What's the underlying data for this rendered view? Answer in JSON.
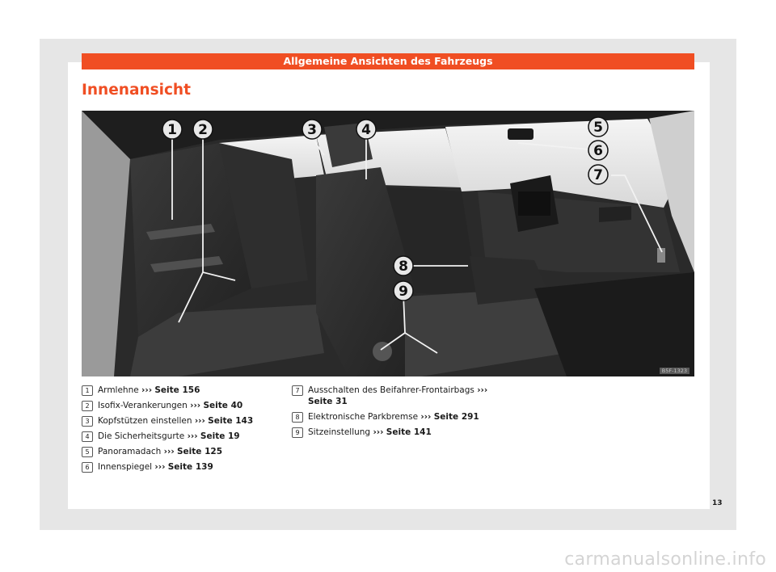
{
  "header": {
    "section_title": "Allgemeine Ansichten des Fahrzeugs"
  },
  "page_title": "Innenansicht",
  "figure": {
    "code": "B5F-1323",
    "callouts": [
      "1",
      "2",
      "3",
      "4",
      "5",
      "6",
      "7",
      "8",
      "9"
    ]
  },
  "legend": {
    "arrow": "›››",
    "left": [
      {
        "num": "1",
        "text": "Armlehne",
        "ref": "Seite 156"
      },
      {
        "num": "2",
        "text": "Isofix-Verankerungen",
        "ref": "Seite 40"
      },
      {
        "num": "3",
        "text": "Kopfstützen einstellen",
        "ref": "Seite 143"
      },
      {
        "num": "4",
        "text": "Die Sicherheitsgurte",
        "ref": "Seite 19"
      },
      {
        "num": "5",
        "text": "Panoramadach",
        "ref": "Seite 125"
      },
      {
        "num": "6",
        "text": "Innenspiegel",
        "ref": "Seite 139"
      }
    ],
    "right": [
      {
        "num": "7",
        "text": "Ausschalten des Beifahrer-Frontairbags",
        "ref": "Seite 31"
      },
      {
        "num": "8",
        "text": "Elektronische Parkbremse",
        "ref": "Seite 291"
      },
      {
        "num": "9",
        "text": "Sitzeinstellung",
        "ref": "Seite 141"
      }
    ]
  },
  "page_number": "13",
  "watermark": "carmanualsonline.info",
  "colors": {
    "accent": "#f04e23",
    "callout_fill": "#e8e8e8"
  }
}
